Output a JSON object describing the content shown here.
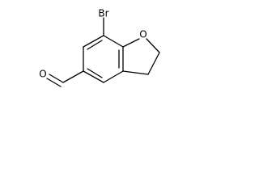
{
  "molecule": {
    "atoms": {
      "bromine": "Br",
      "ring_oxygen": "O",
      "aldehyde_oxygen": "O"
    },
    "colors": {
      "bond": "#000000",
      "label": "#000000",
      "background": "#ffffff"
    }
  }
}
